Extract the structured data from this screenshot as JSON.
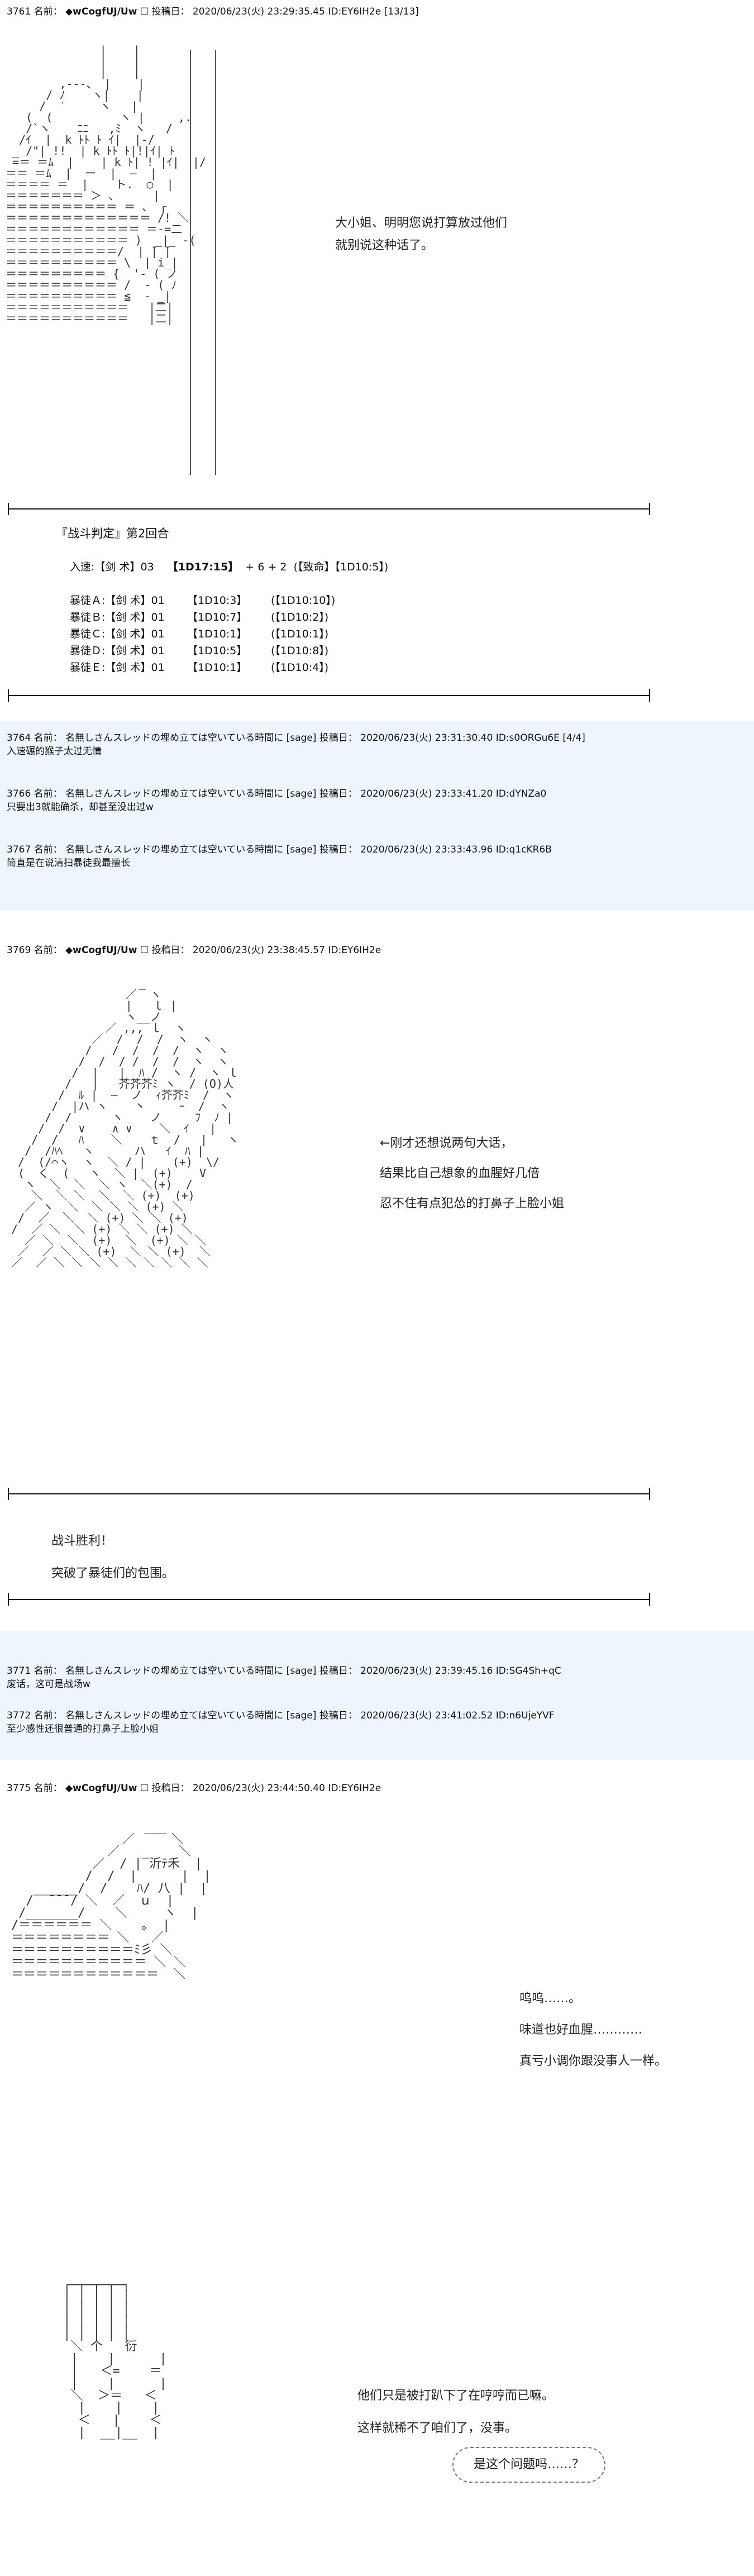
{
  "posts": [
    {
      "header": {
        "num": "3761",
        "name_label": "名前：",
        "name": "◆wCogfUJ/Uw",
        "trip_box": "☐",
        "date_label": "投稿日：",
        "date": "2020/06/23(火) 23:29:35.45",
        "id": "ID:EY6IH2e",
        "count": "[13/13]"
      },
      "dialogue": [
        "大小姐、明明您说打算放过他们",
        "就别说这种话了。"
      ]
    },
    {
      "battle": {
        "title": "『战斗判定』第2回合",
        "speed": {
          "label": "入速:【剑 术】03",
          "roll": "【1D17:15】",
          "calc": "+ 6 + 2",
          "extra": "(【致命】【1D10:5】)"
        },
        "rows": [
          {
            "label": "暴徒Ａ:【剑 术】01",
            "roll": "【1D10:3】",
            "extra": "(【1D10:10】)"
          },
          {
            "label": "暴徒Ｂ:【剑 术】01",
            "roll": "【1D10:7】",
            "extra": "(【1D10:2】)"
          },
          {
            "label": "暴徒Ｃ:【剑 术】01",
            "roll": "【1D10:1】",
            "extra": "(【1D10:1】)"
          },
          {
            "label": "暴徒Ｄ:【剑 术】01",
            "roll": "【1D10:5】",
            "extra": "(【1D10:8】)"
          },
          {
            "label": "暴徒Ｅ:【剑 术】01",
            "roll": "【1D10:1】",
            "extra": "(【1D10:4】)"
          }
        ]
      }
    },
    {
      "header": {
        "num": "3764",
        "name_label": "名前：",
        "name": "名無しさんスレッドの埋め立ては空いている時間に",
        "trip_box": "",
        "date_label": "[sage] 投稿日：",
        "date": "2020/06/23(火) 23:31:30.40",
        "id": "ID:s0ORGu6E",
        "count": "[4/4]"
      },
      "body": "入速碾的猴子太过无情"
    },
    {
      "header": {
        "num": "3766",
        "name_label": "名前：",
        "name": "名無しさんスレッドの埋め立ては空いている時間に",
        "trip_box": "",
        "date_label": "[sage] 投稿日：",
        "date": "2020/06/23(火) 23:33:41.20",
        "id": "ID:dYNZa0",
        "count": ""
      },
      "body": "只要出3就能确杀，却甚至没出过w"
    },
    {
      "header": {
        "num": "3767",
        "name_label": "名前：",
        "name": "名無しさんスレッドの埋め立ては空いている時間に",
        "trip_box": "",
        "date_label": "[sage] 投稿日：",
        "date": "2020/06/23(火) 23:33:43.96",
        "id": "ID:q1cKR6B",
        "count": ""
      },
      "body": "简直是在说清扫暴徒我最擅长"
    },
    {
      "header": {
        "num": "3769",
        "name_label": "名前：",
        "name": "◆wCogfUJ/Uw",
        "trip_box": "☐",
        "date_label": "投稿日：",
        "date": "2020/06/23(火) 23:38:45.57",
        "id": "ID:EY6IH2e",
        "count": ""
      },
      "dialogue": [
        "←刚才还想说两句大话，",
        "结果比自己想象的血腥好几倍",
        "忍不住有点犯怂的打鼻子上脸小姐"
      ]
    },
    {
      "result": [
        "战斗胜利！",
        "突破了暴徒们的包围。"
      ]
    },
    {
      "header": {
        "num": "3771",
        "name_label": "名前：",
        "name": "名無しさんスレッドの埋め立ては空いている時間に",
        "trip_box": "",
        "date_label": "[sage] 投稿日：",
        "date": "2020/06/23(火) 23:39:45.16",
        "id": "ID:SG4Sh+qC",
        "count": ""
      },
      "body": "废话，这可是战场w"
    },
    {
      "header": {
        "num": "3772",
        "name_label": "名前：",
        "name": "名無しさんスレッドの埋め立ては空いている時間に",
        "trip_box": "",
        "date_label": "[sage] 投稿日：",
        "date": "2020/06/23(火) 23:41:02.52",
        "id": "ID:n6UjeYVF",
        "count": ""
      },
      "body": "至少感性还很普通的打鼻子上脸小姐"
    },
    {
      "header": {
        "num": "3775",
        "name_label": "名前：",
        "name": "◆wCogfUJ/Uw",
        "trip_box": "☐",
        "date_label": "投稿日：",
        "date": "2020/06/23(火) 23:44:50.40",
        "id": "ID:EY6IH2e",
        "count": ""
      },
      "dialogue": [
        "呜呜……。",
        "味道也好血腥…………",
        "真亏小调你跟没事人一样。"
      ],
      "dialogue2": [
        "他们只是被打趴下了在哼哼而已嘛。",
        "这样就稀不了咱们了，没事。"
      ],
      "bubble": "是这个问题吗……？"
    }
  ],
  "aa": {
    "block1": "              |    |\n              |    |\n              |    |\n        ,-‐-、 |    |\n      / ﾉ    ヽ|    |\n     /  ′     ヽ   |\n   (  (          ヽ |     ,.\n   /`ヽ    ﾆﾆ   ,ﾐ  ヽ   /\n  /ｲ  |  k ﾄﾄ ﾄ ｲ|  |-/\n _ /\"| !!  | k ﾄﾄ ﾄ|!|ｲ| ﾄ\n =＝ ＝ﾑ  |    | k ﾄ| ! |ｲ|  |/\n＝＝ ＝ﾑ  |  ー  |  ―  |\n＝＝＝＝ ＝  |    ト.  ○  |\n＝＝＝＝＝＝＝ ＞ 、     |\n＝＝＝＝＝＝＝＝＝＝ ＝ 、 ┌\n＝＝＝＝＝＝＝＝＝＝＝＝＝ /! ＼\n＝＝＝＝＝＝＝＝＝＝＝＝ ＝-=二\n＝＝＝＝＝＝＝＝＝＝＝ )  _|_ -(\n＝＝＝＝＝＝＝＝＝＝/  | ̄| ̄|\n＝＝＝＝＝＝＝＝＝＝ \\  |_i_|\n＝＝＝＝＝＝＝＝＝ {  '‐ ( ノ\n＝＝＝＝＝＝＝＝＝＝ /  ‐ ( ﾉ\n＝＝＝＝＝＝＝＝＝＝ ≦  ‐ _|\n＝＝＝＝＝＝＝＝＝＝＝   |二|\n＝＝＝＝＝＝＝＝＝＝＝   |二|",
    "block2": "                   _\n                 ／  ヽ\n                 |   ｌ |\n                 ヽ__ノ\n              ／ ,,, ｌ  ヽ\n            ／  /  /  /  ヽ  ヽ\n           /   /  /  /  /  ヽ  ヽ\n          /  /  / /  /  /  ヽ  ヽ\n         /  |   |  ﾊ /  ヽ /  ヽ ｌ\n        /   |   芥芥芥ﾐ ヽ  / (O)人\n       /  ﾙ |  ―  ノ  ｨ芥芥ﾐ  /  ヽ\n      /  |ハ ヽ    丶     ｰ  /  ヽ\n     /  /      ヽ    ノ     ﾌ  ﾉ |\n    /  /  ∨    ∧ ∨    ＼  ｲ   |\n   /  /   ﾊ    ＼    ｔ  /   |   ヽ\n  /  /ﾊﾍ   ヽ      ハ   ｲ  ﾊ |\n /  (/⌒ヽ  ヽ  ＼ / |    (+)  \\/\n (  く  (   ヽ  ＼ |  (+)    V\n  ヽ  ＼  ＼  ＼ ヽ  ＼(+)  /\n   ＼  ＼ ＼  ＼  ＼ (+)  (+)\n  ／ ヽ  ＼  ＼ ＼ ＼ (+) ＼\n /  ／  ＼  ＼ (+) ＼ ＼ (+)\n/  ／ ＼  ＼ (+) ＼ ＼ (+) ＼\n  ／ ＼  ＼  (+)  ＼  (+) ＼ ＼\n ／  ／ ＼ ＼ (+)  ＼ ＼ (+)  ＼\n／  ／ ＼ ＼ ＼ ＼ ＼ ＼ ＼ ＼ ＼",
    "block3": "                  ___\n               ／     ＼\n             ／   _    ＼\n           ／  / | 沂ﾃ禾  |\n          /  /  |      |  |\n   ______/  /    ﾊ/ 八 |  |\n  /  ̄ ̄ ̄ / ＼  ／  ｕ  |\n /_______/    ＼     ヽ  |\n/＝＝＝＝＝＝ ＼    ｡  |\n＝＝＝＝＝＝＝＝ ＼   ／\n＝＝＝＝＝＝＝＝＝＝ﾐ彡 ＼\n＝＝＝＝＝＝＝＝＝＝＝ ＼ ＼\n＝＝＝＝＝＝＝＝＝＝＝＝  ＼",
    "block4": " ┌─┬─┬─┬─┐\n │ │ │ │ │\n │ │ │ │ │\n │ │ │ │ │\n │ │ │ │ │\n  ＼ 个   衍     \n  |    |      |\n  |   ＜=    ＝\n  |    |      |\n  ＼  ＞＝   ＜\n   |    |    |\n   ＜   |    ＜\n   |  __|__  |"
  }
}
